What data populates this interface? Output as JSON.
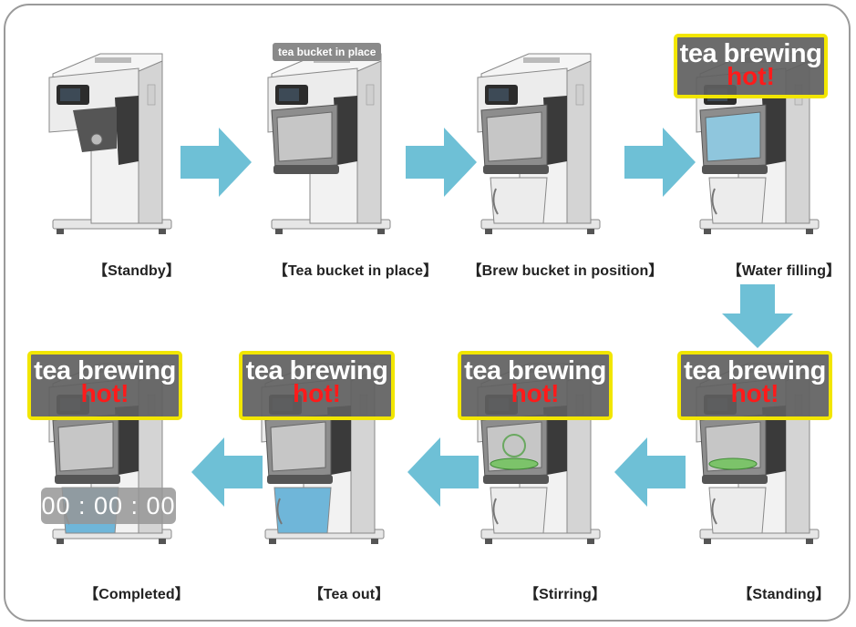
{
  "steps": [
    {
      "id": "standby",
      "caption": "【Standby】",
      "bucket": false,
      "jug": false,
      "badge": false
    },
    {
      "id": "tea-bucket",
      "caption": "【Tea bucket in place】",
      "bucket": true,
      "jug": false,
      "badge": false,
      "tag": "tea bucket in place"
    },
    {
      "id": "brew-bucket",
      "caption": "【Brew bucket in position】",
      "bucket": true,
      "jug": true,
      "badge": false
    },
    {
      "id": "water-filling",
      "caption": "【Water filling】",
      "bucket": true,
      "jug": true,
      "badge": true,
      "water": true
    },
    {
      "id": "standing",
      "caption": "【Standing】",
      "bucket": true,
      "jug": true,
      "badge": true,
      "leaves": true
    },
    {
      "id": "stirring",
      "caption": "【Stirring】",
      "bucket": true,
      "jug": true,
      "badge": true,
      "leaves": true,
      "stir": true
    },
    {
      "id": "tea-out",
      "caption": "【Tea out】",
      "bucket": true,
      "jug": true,
      "badge": true,
      "tea": true
    },
    {
      "id": "completed",
      "caption": "【Completed】",
      "bucket": true,
      "jug": true,
      "badge": true,
      "tea": true,
      "timer": "00 : 00 : 00"
    }
  ],
  "badge": {
    "line1": "tea brewing",
    "line2": "hot!"
  },
  "colors": {
    "arrow": "#6ec0d6",
    "badge_border": "#f2e600",
    "hot": "#ff1a1a"
  }
}
